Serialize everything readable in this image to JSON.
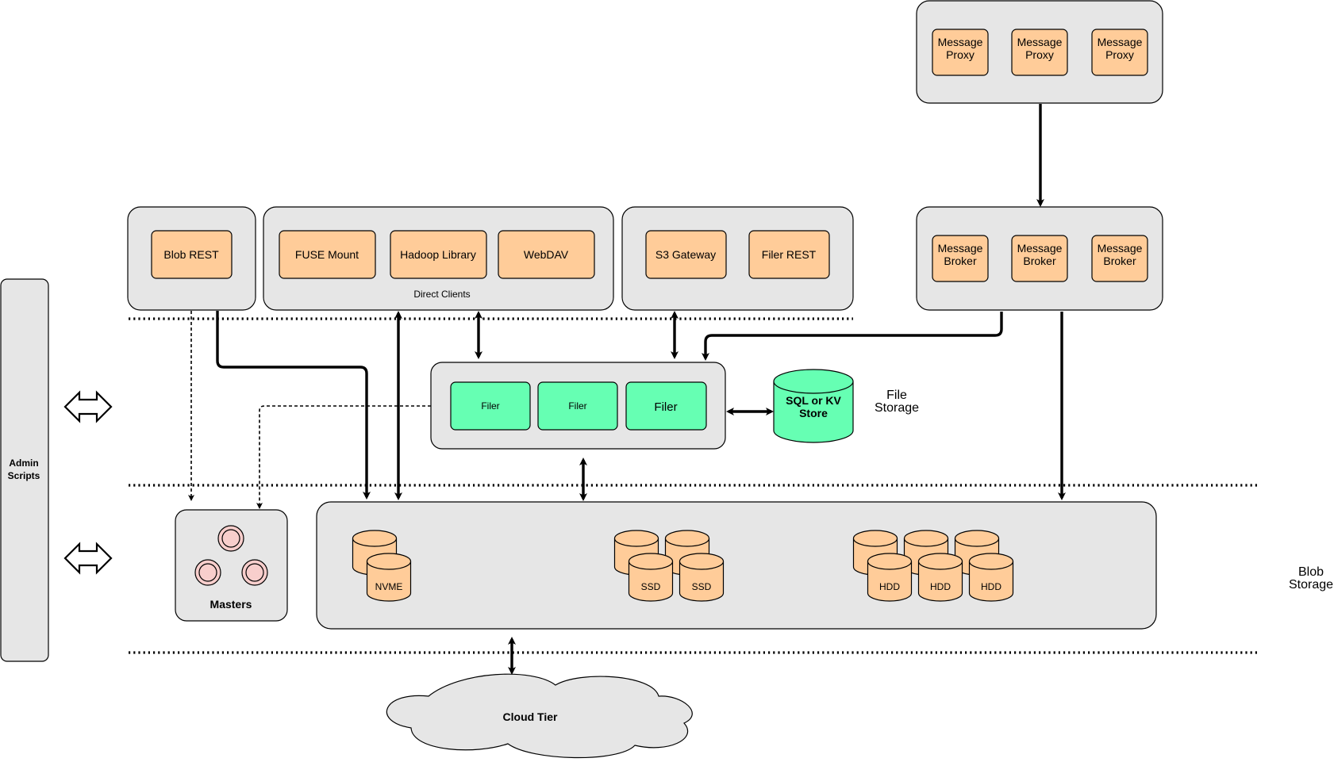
{
  "nodes": {
    "message_proxy": [
      "Message Proxy",
      "Message Proxy",
      "Message Proxy"
    ],
    "message_broker": [
      "Message Broker",
      "Message Broker",
      "Message Broker"
    ],
    "blob_rest": "Blob REST",
    "fuse_mount": "FUSE Mount",
    "hadoop_library": "Hadoop Library",
    "webdav": "WebDAV",
    "direct_clients": "Direct Clients",
    "s3_gateway": "S3 Gateway",
    "filer_rest": "Filer REST",
    "filers": [
      "Filer",
      "Filer",
      "Filer"
    ],
    "sql_kv_store": "SQL or KV Store",
    "file_storage": "File Storage",
    "admin_scripts": "Admin Scripts",
    "masters": "Masters",
    "nvme": "NVME",
    "ssd": [
      "SSD",
      "SSD"
    ],
    "hdd": [
      "HDD",
      "HDD",
      "HDD"
    ],
    "blob_storage": "Blob Storage",
    "cloud_tier": "Cloud Tier"
  },
  "colors": {
    "group_fill": "#e6e6e6",
    "component_fill": "#ffcc99",
    "filer_fill": "#66ffb3",
    "master_fill": "#f8cecc"
  }
}
